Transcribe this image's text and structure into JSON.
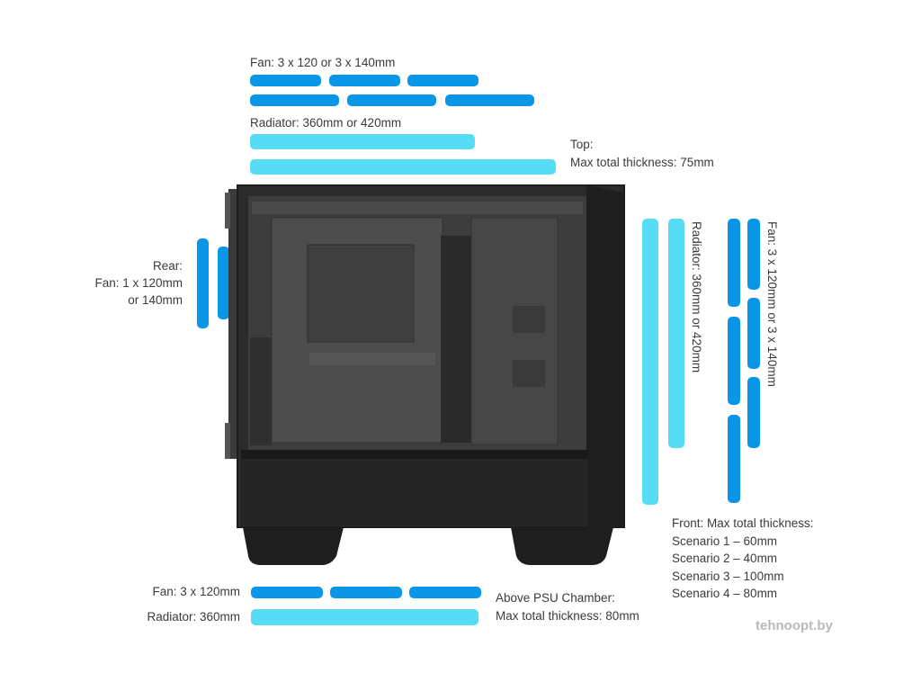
{
  "top": {
    "fan_label": "Fan: 3 x 120 or 3 x 140mm",
    "radiator_label": "Radiator: 360mm or 420mm",
    "position_label": "Top:",
    "thickness_label": "Max total thickness: 75mm"
  },
  "rear": {
    "position_label": "Rear:",
    "fan_label_line1": "Fan: 1 x 120mm",
    "fan_label_line2": "or 140mm"
  },
  "front": {
    "radiator_label": "Radiator: 360mm or 420mm",
    "fan_label": "Fan: 3 x 120mm or 3 x 140mm",
    "thickness_title": "Front: Max total thickness:",
    "scenario_1": "Scenario 1 – 60mm",
    "scenario_2": "Scenario 2 – 40mm",
    "scenario_3": "Scenario 3 – 100mm",
    "scenario_4": "Scenario 4 – 80mm"
  },
  "bottom": {
    "fan_label": "Fan: 3 x 120mm",
    "radiator_label": "Radiator: 360mm",
    "position_label": "Above PSU Chamber:",
    "thickness_label": "Max total thickness: 80mm"
  },
  "watermark": "tehnoopt.by",
  "colors": {
    "fan": "#0a96e6",
    "radiator": "#56dcf5",
    "case": "#2b2b2b"
  }
}
